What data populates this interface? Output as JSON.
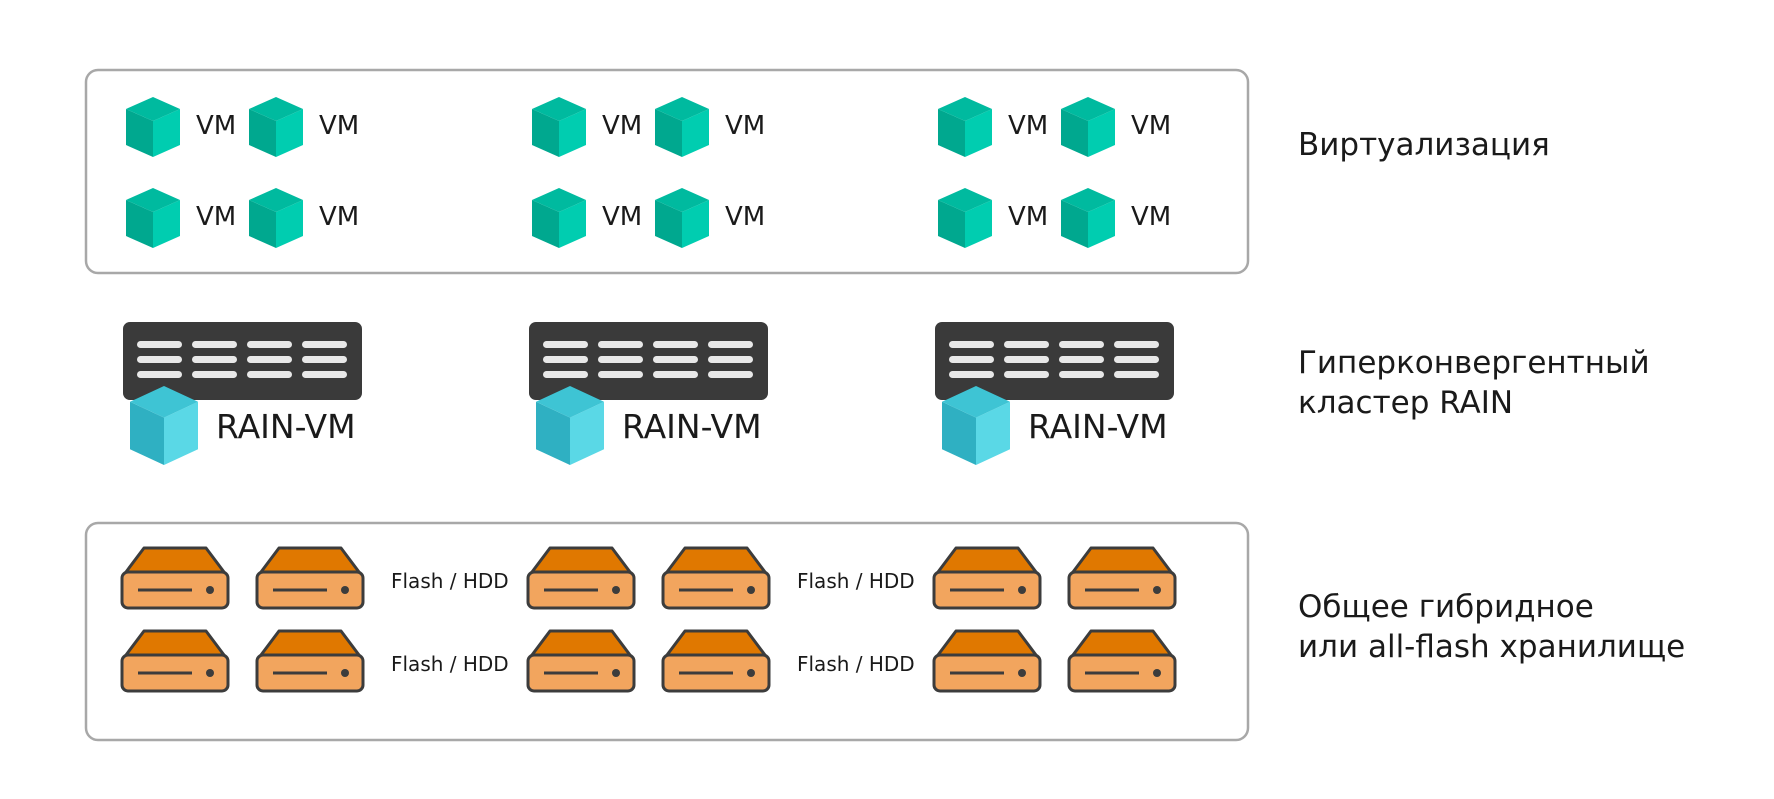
{
  "colors": {
    "vm_cube_left": "#00a88f",
    "vm_cube_right": "#00cdb0",
    "vm_cube_top": "#00ba9f",
    "rain_cube_left": "#2fb0c2",
    "rain_cube_right": "#5ad8e6",
    "rain_cube_top": "#3ec4d4",
    "server_body": "#3a3a3a",
    "server_slot": "#e8e8e8",
    "disk_top": "#e07800",
    "disk_body": "#f2a55e",
    "disk_outline": "#3c3c3c",
    "frame_border": "#a8a8a8"
  },
  "virtualization": {
    "vm_label": "VM",
    "icon": "cube-icon",
    "groups": 3,
    "rows_per_group": 2,
    "vms_per_row": 2,
    "layer_label": "Виртуализация"
  },
  "cluster": {
    "node_label": "RAIN-VM",
    "node_icons": [
      "server-rack-icon",
      "cube-icon"
    ],
    "nodes": 3,
    "layer_label_lines": [
      "Гиперконвергентный",
      "кластер RAIN"
    ]
  },
  "storage": {
    "disk_label": "Flash / HDD",
    "icon": "disk-drive-icon",
    "groups": 3,
    "rows_per_group": 2,
    "disks_per_row": 2,
    "layer_label_lines": [
      "Общее гибридное",
      "или all-flash хранилище"
    ]
  }
}
